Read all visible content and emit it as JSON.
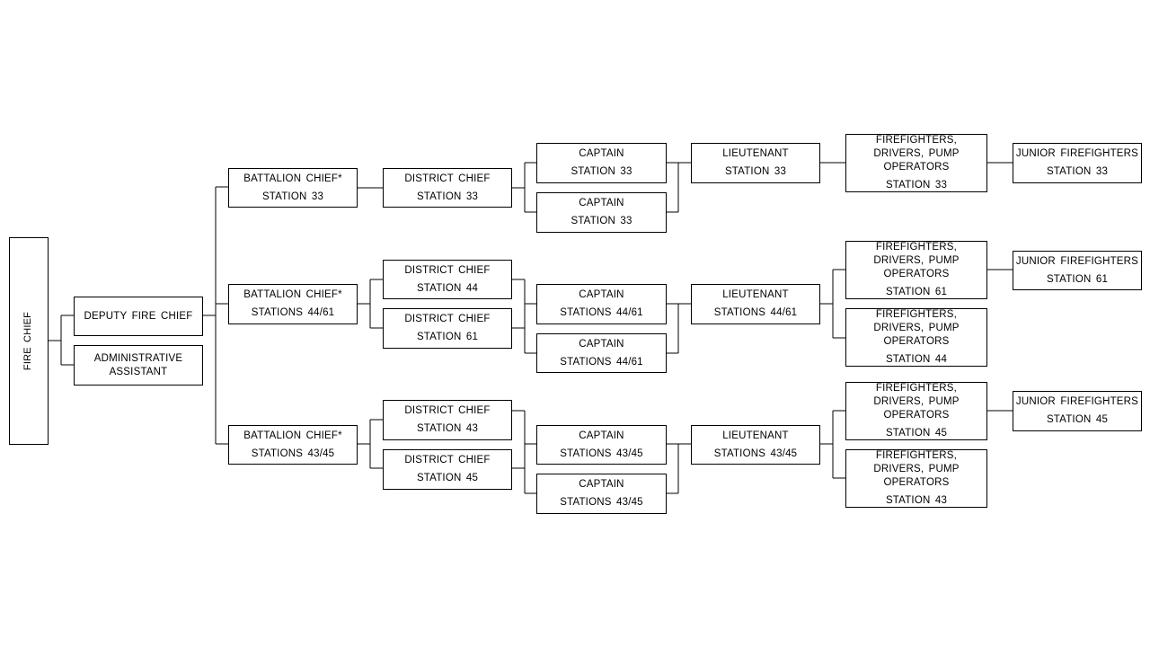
{
  "org_chart": {
    "fire_chief": "FIRE CHIEF",
    "deputy": "DEPUTY FIRE CHIEF",
    "admin": "ADMINISTRATIVE ASSISTANT",
    "battalion_33": {
      "title": "BATTALION CHIEF*",
      "station": "STATION 33"
    },
    "battalion_4461": {
      "title": "BATTALION CHIEF*",
      "station": "STATIONS 44/61"
    },
    "battalion_4345": {
      "title": "BATTALION CHIEF*",
      "station": "STATIONS 43/45"
    },
    "district_33": {
      "title": "DISTRICT CHIEF",
      "station": "STATION 33"
    },
    "district_44": {
      "title": "DISTRICT CHIEF",
      "station": "STATION 44"
    },
    "district_61": {
      "title": "DISTRICT CHIEF",
      "station": "STATION 61"
    },
    "district_43": {
      "title": "DISTRICT CHIEF",
      "station": "STATION 43"
    },
    "district_45": {
      "title": "DISTRICT CHIEF",
      "station": "STATION 45"
    },
    "captain_33a": {
      "title": "CAPTAIN",
      "station": "STATION 33"
    },
    "captain_33b": {
      "title": "CAPTAIN",
      "station": "STATION 33"
    },
    "captain_4461a": {
      "title": "CAPTAIN",
      "station": "STATIONS 44/61"
    },
    "captain_4461b": {
      "title": "CAPTAIN",
      "station": "STATIONS 44/61"
    },
    "captain_4345a": {
      "title": "CAPTAIN",
      "station": "STATIONS 43/45"
    },
    "captain_4345b": {
      "title": "CAPTAIN",
      "station": "STATIONS 43/45"
    },
    "lieutenant_33": {
      "title": "LIEUTENANT",
      "station": "STATION 33"
    },
    "lieutenant_4461": {
      "title": "LIEUTENANT",
      "station": "STATIONS 44/61"
    },
    "lieutenant_4345": {
      "title": "LIEUTENANT",
      "station": "STATIONS 43/45"
    },
    "ff_33": {
      "title": "FIREFIGHTERS, DRIVERS, PUMP OPERATORS",
      "station": "STATION 33"
    },
    "ff_61": {
      "title": "FIREFIGHTERS, DRIVERS, PUMP OPERATORS",
      "station": "STATION 61"
    },
    "ff_44": {
      "title": "FIREFIGHTERS, DRIVERS, PUMP OPERATORS",
      "station": "STATION 44"
    },
    "ff_45": {
      "title": "FIREFIGHTERS, DRIVERS, PUMP OPERATORS",
      "station": "STATION 45"
    },
    "ff_43": {
      "title": "FIREFIGHTERS, DRIVERS, PUMP OPERATORS",
      "station": "STATION 43"
    },
    "junior_33": {
      "title": "JUNIOR FIREFIGHTERS",
      "station": "STATION 33"
    },
    "junior_61": {
      "title": "JUNIOR FIREFIGHTERS",
      "station": "STATION 61"
    },
    "junior_45": {
      "title": "JUNIOR FIREFIGHTERS",
      "station": "STATION 45"
    }
  },
  "colors": {
    "line": "#000000",
    "box_border": "#000000",
    "background": "#ffffff"
  }
}
